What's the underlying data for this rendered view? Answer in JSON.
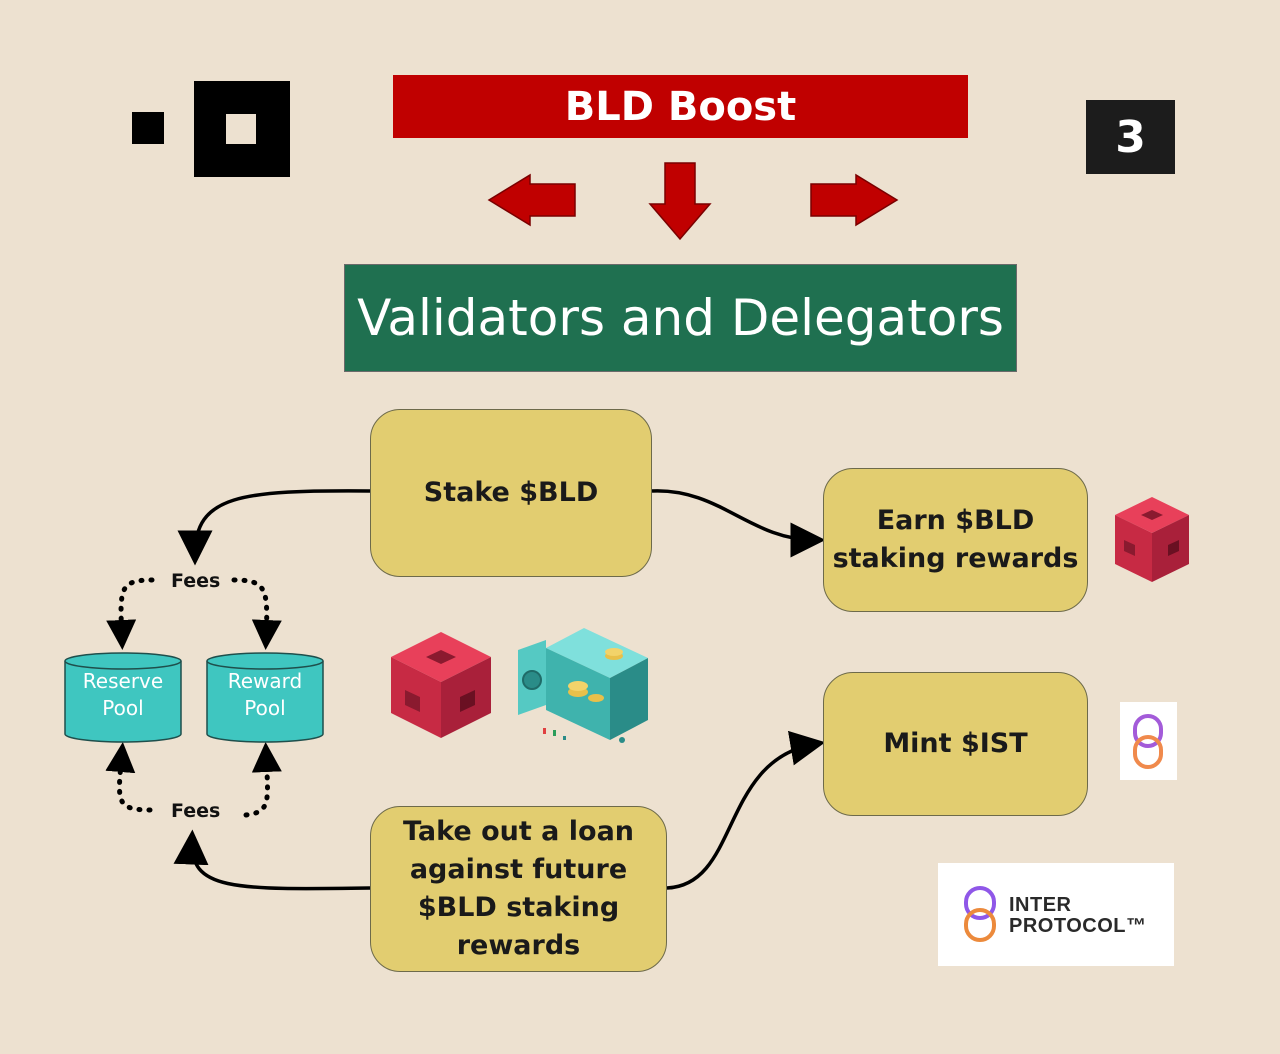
{
  "header": {
    "boost_title": "BLD Boost",
    "page_number": "3",
    "validators_title": "Validators and Delegators"
  },
  "flow": {
    "stake": "Stake $BLD",
    "earn": "Earn $BLD staking rewards",
    "mint": "Mint $IST",
    "loan": "Take out a loan against future $BLD staking rewards",
    "fees_top": "Fees",
    "fees_bottom": "Fees"
  },
  "pools": {
    "reserve": "Reserve Pool",
    "reward": "Reward Pool"
  },
  "brand": {
    "logo_line1": "INTER",
    "logo_line2": "PROTOCOL™"
  },
  "colors": {
    "background": "#ede1d0",
    "boost_red": "#c00000",
    "validators_green": "#1f7050",
    "box_yellow": "#e2cd70",
    "pool_teal": "#3fc6c0",
    "cube_red": "#e0304a"
  },
  "icons": [
    "agoric-logo",
    "page-number-badge",
    "arrow-left-icon",
    "arrow-down-icon",
    "arrow-right-icon",
    "bld-cube-icon",
    "vault-icon",
    "inter-protocol-chain-icon"
  ]
}
